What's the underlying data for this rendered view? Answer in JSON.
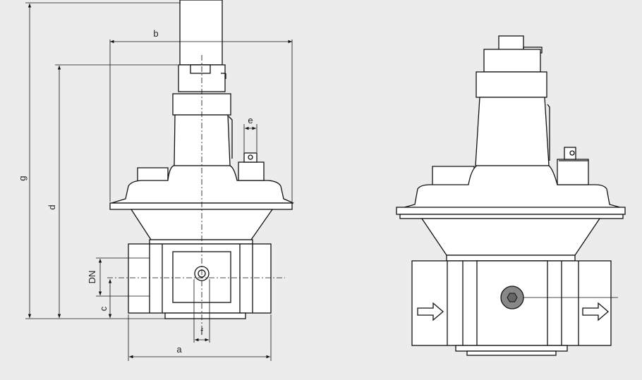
{
  "diagram": {
    "background": "#ececec",
    "line_color": "#111111",
    "dimension_labels": {
      "a": "a",
      "b": "b",
      "c": "c",
      "d": "d",
      "e": "e",
      "f": "f",
      "g": "g",
      "dn": "DN"
    },
    "flow_direction_arrows": [
      "arrow-right",
      "arrow-right"
    ]
  }
}
